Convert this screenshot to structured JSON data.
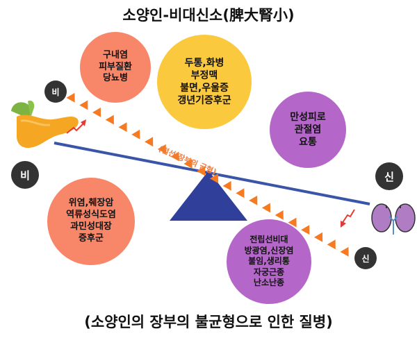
{
  "title": "소양인-비대신소(脾大腎小)",
  "bottom_title": "(소양인의 장부의 불균형으로 인한 질병)",
  "labels": {
    "spleen": "비",
    "kidney": "신",
    "dashed_line": "(점선:장부의 균형)"
  },
  "circles": [
    {
      "text": "구내염\n피부질환\n당뇨병",
      "color": "#f8876a"
    },
    {
      "text": "두통,화병\n부정맥\n불면,우울증\n갱년기증후군",
      "color": "#fbc93e"
    },
    {
      "text": "만성피로\n관절염\n요통",
      "color": "#b466c9"
    },
    {
      "text": "위염,췌장암\n역류성식도염\n과민성대장\n증후군",
      "color": "#f8876a"
    },
    {
      "text": "전립선비대\n방광염,신장염\n불임,생리통\n자궁근종\n난소난종",
      "color": "#b466c9"
    }
  ],
  "colors": {
    "beam": "#3a55a8",
    "fulcrum": "#2f3f9a",
    "triangles": "#f57a22",
    "badge": "#333333"
  },
  "icons": [
    "pancreas-icon",
    "kidneys-icon",
    "trend-up-arrow-icon",
    "trend-down-arrow-icon"
  ]
}
